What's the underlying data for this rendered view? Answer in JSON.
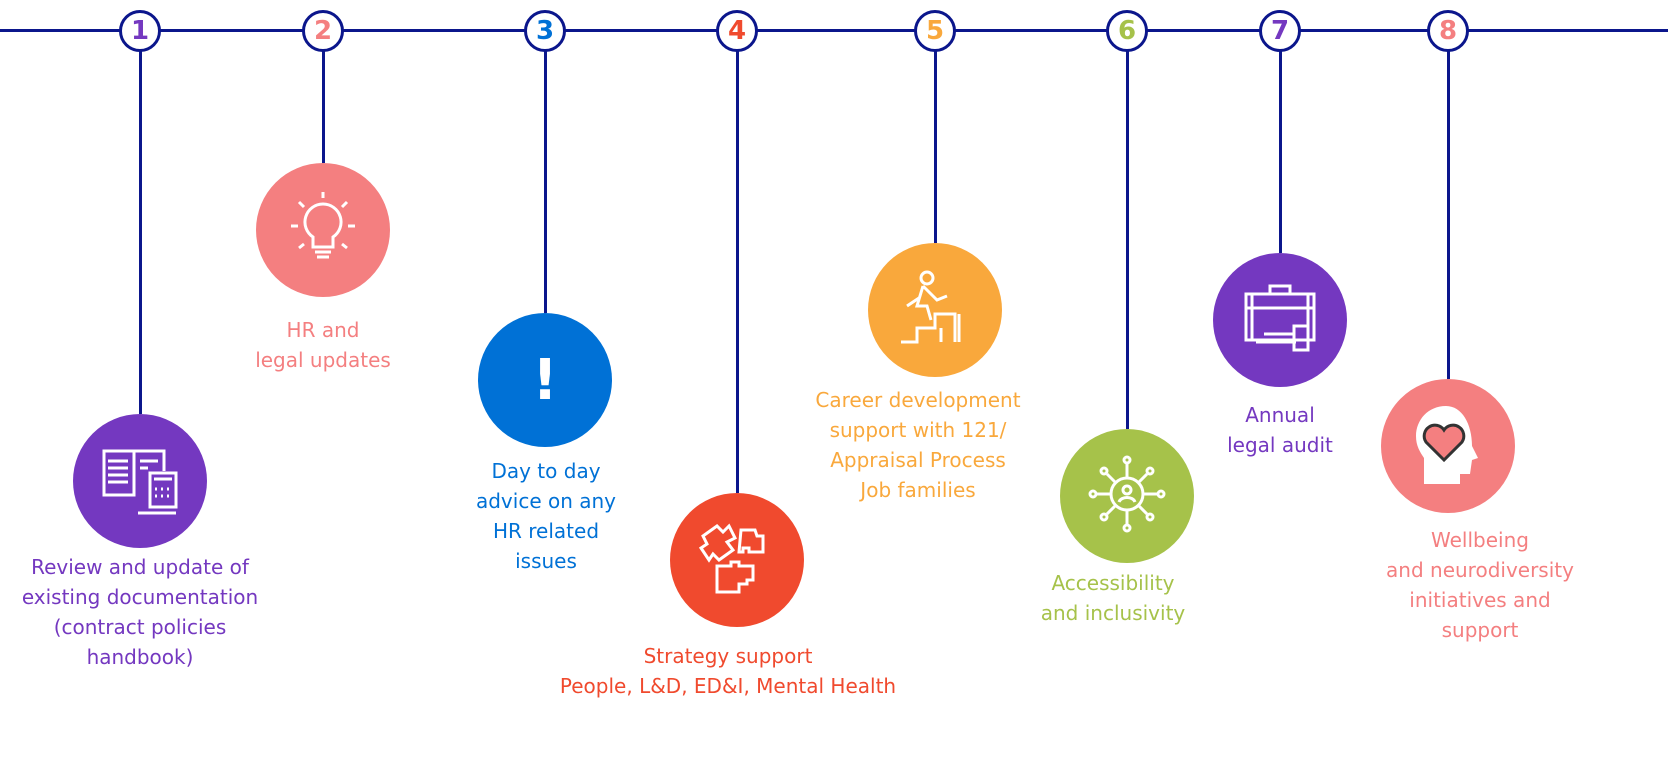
{
  "colors": {
    "line": "#0b168c",
    "purple": "#7438c0",
    "salmon": "#f47f80",
    "blue": "#0071d6",
    "red": "#f04a2e",
    "orange": "#f9a83c",
    "green": "#a6c24a"
  },
  "steps": [
    {
      "number": "1",
      "icon": "book-calculator-icon",
      "lines": [
        "Review and update of",
        "existing documentation",
        "(contract policies",
        "handbook)"
      ]
    },
    {
      "number": "2",
      "icon": "lightbulb-icon",
      "lines": [
        "HR and",
        "legal updates"
      ]
    },
    {
      "number": "3",
      "icon": "exclamation-icon",
      "glyph": "!",
      "lines": [
        "Day to day",
        "advice on any",
        "HR related",
        "issues"
      ]
    },
    {
      "number": "4",
      "icon": "puzzle-icon",
      "lines": [
        "Strategy support",
        "People, L&D, ED&I, Mental Health"
      ]
    },
    {
      "number": "5",
      "icon": "climbing-stairs-icon",
      "lines": [
        "Career development",
        "support with 121/",
        "Appraisal Process",
        "Job families"
      ]
    },
    {
      "number": "6",
      "icon": "inclusion-network-icon",
      "lines": [
        "Accessibility",
        "and inclusivity"
      ]
    },
    {
      "number": "7",
      "icon": "briefcase-gavel-icon",
      "lines": [
        "Annual",
        "legal audit"
      ]
    },
    {
      "number": "8",
      "icon": "head-heart-icon",
      "lines": [
        "Wellbeing",
        "and neurodiversity",
        "initiatives and",
        "support"
      ]
    }
  ]
}
